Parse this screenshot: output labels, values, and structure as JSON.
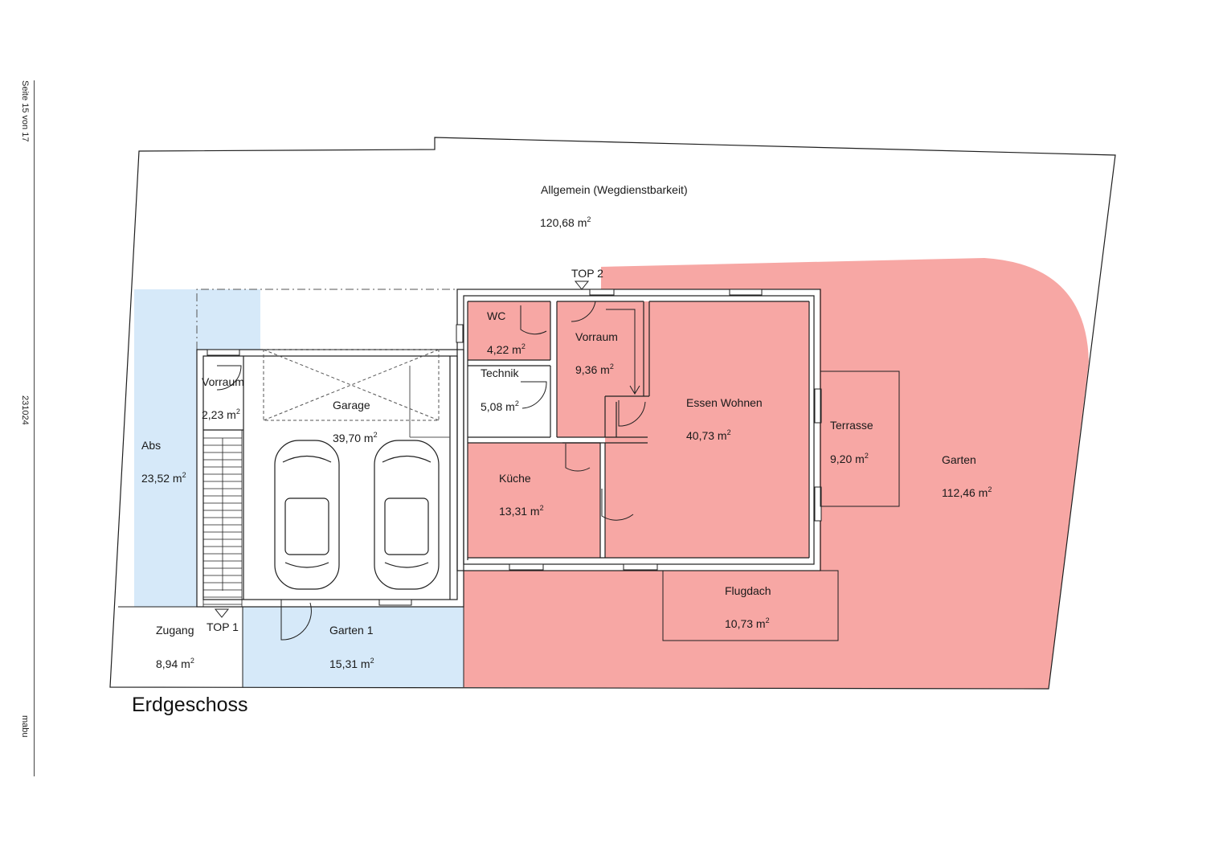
{
  "margin": {
    "page": "Seite 15 von 17",
    "code": "231024",
    "author": "mabu"
  },
  "title": "Erdgeschoss",
  "colors": {
    "top1": "#d6e9f9",
    "top2": "#f7a7a4",
    "line": "#1f1f1f"
  },
  "rooms": {
    "allgemein": {
      "name": "Allgemein (Wegdienstbarkeit)",
      "area": "120,68 m"
    },
    "abs": {
      "name": "Abs",
      "area": "23,52 m"
    },
    "vorraum1": {
      "name": "Vorraum",
      "area": "2,23 m"
    },
    "garage": {
      "name": "Garage",
      "area": "39,70 m"
    },
    "technik": {
      "name": "Technik",
      "area": "5,08 m"
    },
    "wc": {
      "name": "WC",
      "area": "4,22 m"
    },
    "vorraum2": {
      "name": "Vorraum",
      "area": "9,36 m"
    },
    "kueche": {
      "name": "Küche",
      "area": "13,31 m"
    },
    "essen": {
      "name": "Essen Wohnen",
      "area": "40,73 m"
    },
    "terrasse": {
      "name": "Terrasse",
      "area": "9,20 m"
    },
    "garten": {
      "name": "Garten",
      "area": "112,46 m"
    },
    "flugdach": {
      "name": "Flugdach",
      "area": "10,73 m"
    },
    "zugang": {
      "name": "Zugang",
      "area": "8,94 m"
    },
    "garten1": {
      "name": "Garten 1",
      "area": "15,31 m"
    }
  },
  "entrances": {
    "top1": "TOP 1",
    "top2": "TOP 2"
  },
  "sup": "2"
}
